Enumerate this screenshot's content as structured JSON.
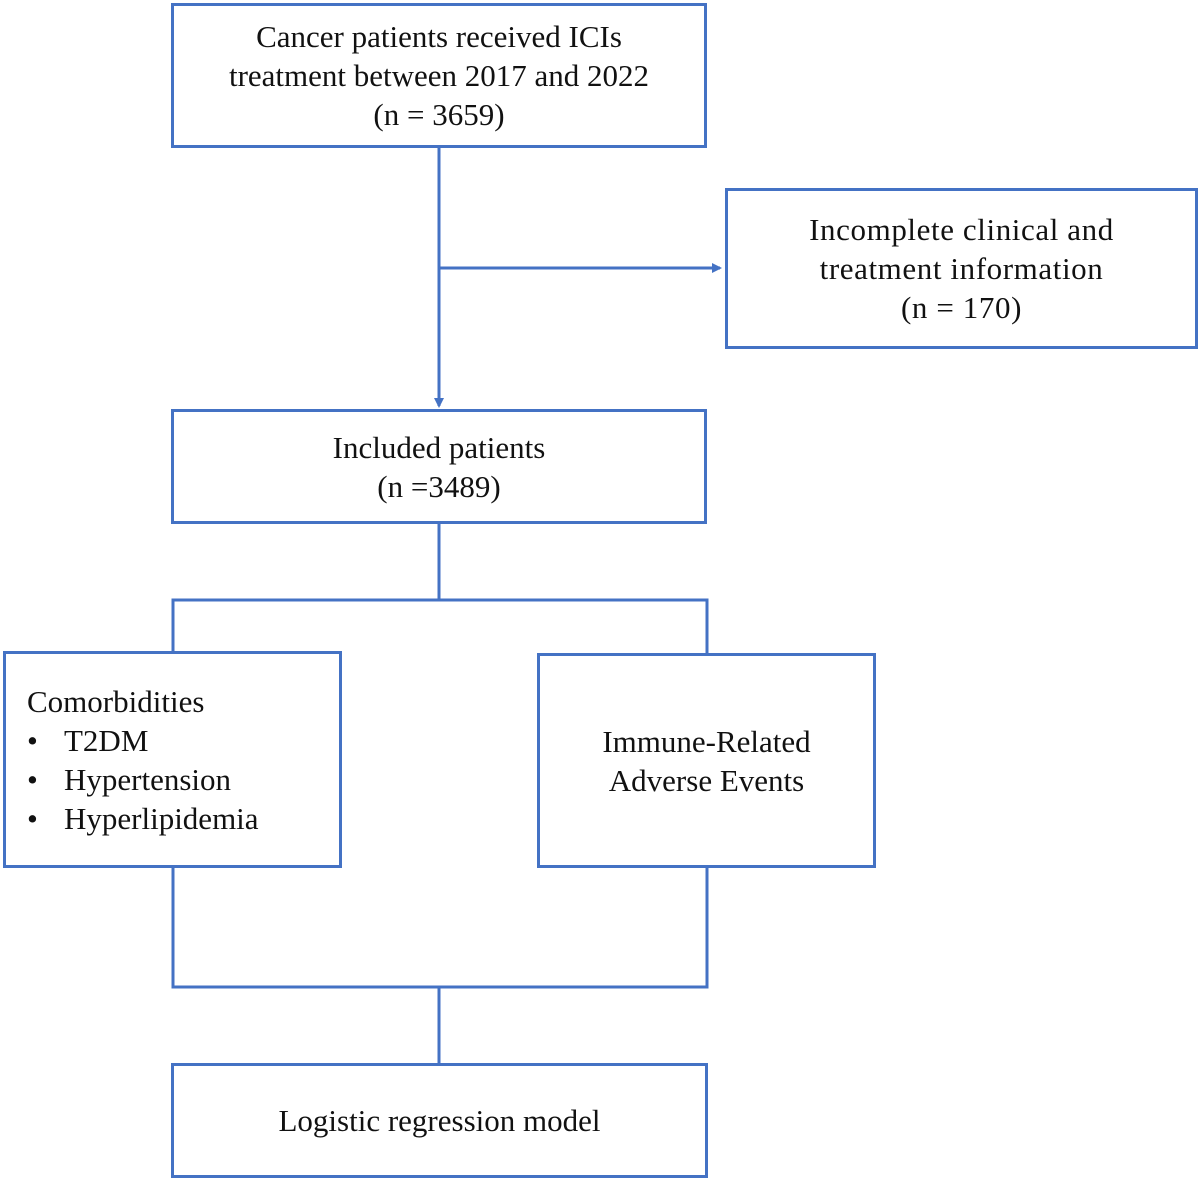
{
  "colors": {
    "stroke": "#4472c4",
    "text": "#111111",
    "background": "#ffffff"
  },
  "boxes": {
    "cohort": {
      "lines": [
        "Cancer patients  received ICIs",
        "treatment between 2017 and 2022",
        "(n = 3659)"
      ]
    },
    "excluded": {
      "lines": [
        "Incomplete clinical and",
        "treatment information",
        "(n = 170)"
      ]
    },
    "included": {
      "lines": [
        "Included patients",
        "(n =3489)"
      ]
    },
    "comorbidities": {
      "title": "Comorbidities",
      "bullet": "•",
      "items": [
        "T2DM",
        "Hypertension",
        "Hyperlipidemia"
      ]
    },
    "irae": {
      "lines": [
        "Immune-Related",
        "Adverse Events"
      ]
    },
    "model": {
      "lines": [
        "Logistic regression model"
      ]
    }
  }
}
